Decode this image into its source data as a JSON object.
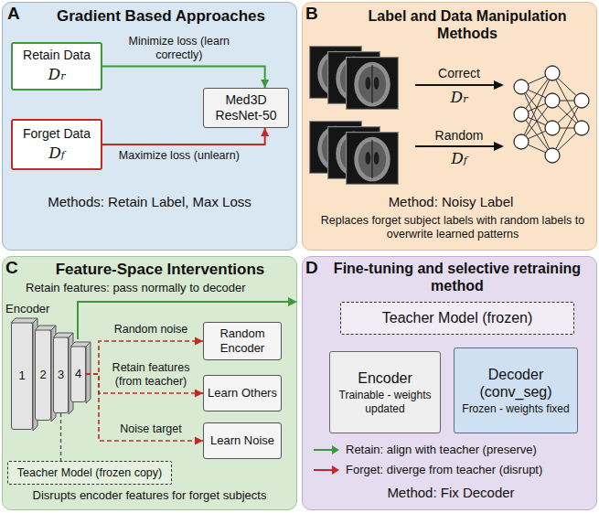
{
  "diagram": {
    "nodes": [
      {
        "text": [
          "A",
          "Gradient Based Approaches",
          "Methods: Retain Label, Max Loss"
        ]
      },
      {
        "text": [
          "Retain Data",
          "Dr"
        ],
        "in": 0
      },
      {
        "text": [
          "Forget Data",
          "Df"
        ],
        "in": 0
      },
      {
        "text": [
          "Med3D ResNet-50"
        ],
        "in": 0
      },
      {
        "text": [
          "B",
          "Label and Data Manipulation Methods",
          "Method: Noisy Label",
          "Replaces forget subject labels with random labels to overwrite learned patterns"
        ]
      },
      {
        "text": [
          "C",
          "Feature-Space Interventions",
          "Disrupts encoder features for forget subjects"
        ]
      },
      {
        "text": [
          "1"
        ],
        "in": 5
      },
      {
        "text": [
          "2"
        ],
        "in": 5
      },
      {
        "text": [
          "3"
        ],
        "in": 5
      },
      {
        "text": [
          "4"
        ],
        "in": 5
      },
      {
        "text": [
          "Random Encoder"
        ],
        "in": 5
      },
      {
        "text": [
          "Learn Others"
        ],
        "in": 5
      },
      {
        "text": [
          "Learn Noise"
        ],
        "in": 5
      },
      {
        "text": [
          "Teacher Model (frozen copy)"
        ],
        "in": 5
      },
      {
        "text": [
          "D",
          "Fine-tuning and selective retraining method",
          "Method: Fix Decoder"
        ]
      },
      {
        "text": [
          "Teacher Model (frozen)"
        ],
        "in": 14
      },
      {
        "text": [
          "Encoder",
          "Trainable - weights updated"
        ],
        "in": 14
      },
      {
        "text": [
          "Decoder (conv_seg)",
          "Frozen - weights fixed"
        ],
        "in": 14
      }
    ],
    "edges": [
      {
        "from": 1,
        "to": 3,
        "arrow": "to",
        "label": "Minimize loss (learn correctly)"
      },
      {
        "from": 2,
        "to": 3,
        "arrow": "to",
        "label": "Maximize loss (unlearn)"
      },
      {
        "from": 9,
        "to": 10,
        "arrow": "to",
        "label": "Random noise"
      },
      {
        "from": 9,
        "to": 11,
        "arrow": "to",
        "label": "Retain features (from teacher)"
      },
      {
        "from": 9,
        "to": 12,
        "arrow": "to",
        "label": "Noise target"
      },
      {
        "from": 8,
        "to": 13,
        "arrow": "none"
      }
    ],
    "labels": [
      "Correct",
      "Dr",
      "Random",
      "Df",
      "Encoder",
      "Retain features: pass normally to decoder"
    ],
    "legend": [
      {
        "text": "Retain: align with teacher (preserve)"
      },
      {
        "text": "Forget: diverge from teacher (disrupt)"
      }
    ]
  }
}
